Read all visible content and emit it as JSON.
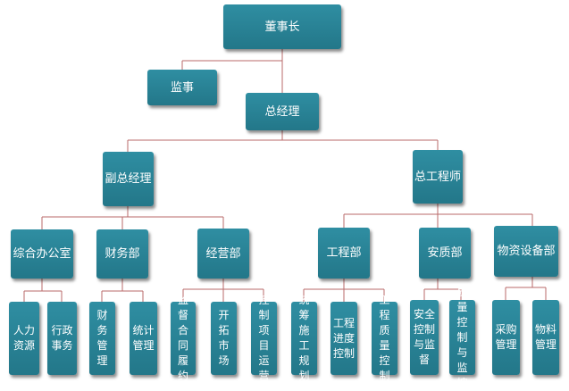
{
  "org": {
    "chairman": "董事长",
    "supervisor": "监事",
    "gm": "总经理",
    "deputy_gm": "副总经理",
    "chief_engineer": "总工程师",
    "departments": {
      "office": "综合办公室",
      "finance": "财务部",
      "business": "经营部",
      "engineering": "工程部",
      "safety_quality": "安质部",
      "materials": "物资设备部"
    },
    "sub_units": {
      "office_1": "人力\n资源",
      "office_2": "行政\n事务",
      "finance_1": "财务\n管理",
      "finance_2": "统计\n管理",
      "business_1": "监督\n合同\n履约",
      "business_2": "开拓\n市场",
      "business_3": "控制\n项目\n运营",
      "eng_1": "统筹\n施工\n规划",
      "eng_2": "工程\n进度\n控制",
      "eng_3": "工程\n质量\n控制",
      "sq_1": "安全\n控制\n与监\n督",
      "sq_2": "质量\n控制\n与监\n控",
      "mat_1": "采购\n管理",
      "mat_2": "物料\n管理"
    }
  }
}
